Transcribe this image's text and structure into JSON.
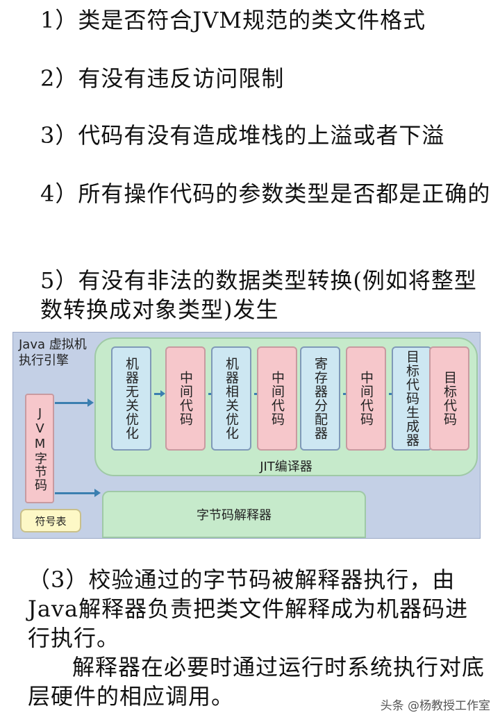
{
  "items": [
    "1）类是否符合JVM规范的类文件格式",
    "2）有没有违反访问限制",
    "3）代码有没有造成堆栈的上溢或者下溢",
    "4）所有操作代码的参数类型是否都是正确的",
    "5）有没有非法的数据类型转换(例如将整型数转换成对象类型)发生"
  ],
  "diagram": {
    "engine_title": "Java 虚拟机 执行引擎",
    "jvm_bytecode": "JVM字节码",
    "jit_label": "JIT编译器",
    "stages": [
      "机器无关优化",
      "中间代码",
      "机器相关优化",
      "中间代码",
      "寄存器分配器",
      "中间代码",
      "目标代码生成器",
      "目标代码"
    ],
    "interpreter_label": "字节码解释器",
    "symbol_table": "符号表",
    "colors": {
      "blue_stage": "#cde7f2",
      "pink_stage": "#f6c7cb",
      "jit_box": "#c6eacb",
      "background": "#c4d0e6",
      "arrow": "#3b7fb0"
    }
  },
  "paragraph1": "（3）校验通过的字节码被解释器执行，由Java解释器负责把类文件解释成为机器码进行执行。",
  "paragraph2": "解释器在必要时通过运行时系统执行对底层硬件的相应调用。",
  "watermark": "头条 @杨教授工作室"
}
